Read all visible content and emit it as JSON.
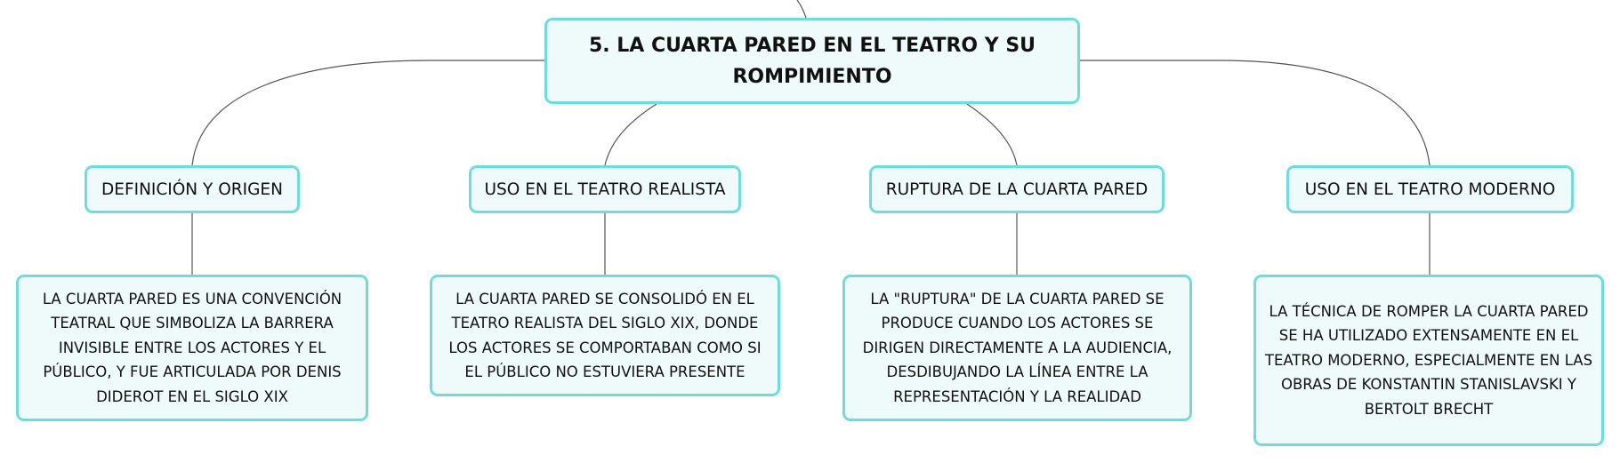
{
  "central_topic": "5. LA CUARTA PARED EN EL TEATRO Y SU ROMPIMIENTO",
  "branches": [
    {
      "label": "DEFINICIÓN Y ORIGEN",
      "detail": "LA CUARTA PARED ES UNA CONVENCIÓN TEATRAL QUE SIMBOLIZA LA BARRERA INVISIBLE ENTRE LOS ACTORES Y EL PÚBLICO, Y FUE ARTICULADA POR DENIS DIDEROT EN EL SIGLO XIX"
    },
    {
      "label": "USO EN EL TEATRO REALISTA",
      "detail": "LA CUARTA PARED SE CONSOLIDÓ EN EL TEATRO REALISTA DEL SIGLO XIX, DONDE LOS ACTORES SE COMPORTABAN COMO SI EL PÚBLICO NO ESTUVIERA PRESENTE"
    },
    {
      "label": "RUPTURA DE LA CUARTA PARED",
      "detail": "LA \"RUPTURA\" DE LA CUARTA PARED SE PRODUCE CUANDO LOS ACTORES SE DIRIGEN DIRECTAMENTE A LA AUDIENCIA, DESDIBUJANDO LA LÍNEA ENTRE LA REPRESENTACIÓN Y LA REALIDAD"
    },
    {
      "label": "USO EN EL TEATRO MODERNO",
      "detail": "LA TÉCNICA DE ROMPER LA CUARTA PARED SE HA UTILIZADO EXTENSAMENTE EN EL TEATRO MODERNO, ESPECIALMENTE EN LAS OBRAS DE KONSTANTIN STANISLAVSKI Y BERTOLT BRECHT"
    }
  ],
  "colors": {
    "node_border": "#6ddcdc",
    "node_fill": "#effbfb",
    "connector": "#555555"
  }
}
